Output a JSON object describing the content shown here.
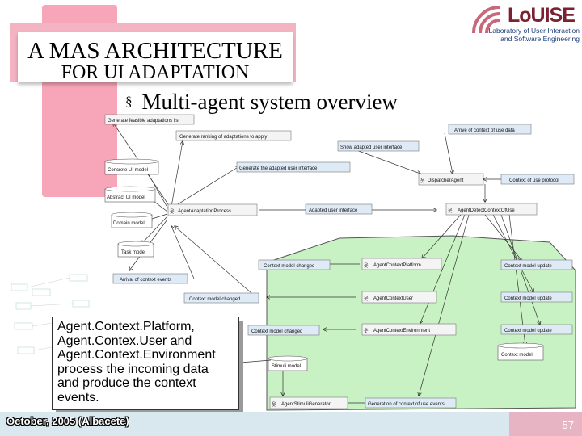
{
  "slide": {
    "title_line1": "A MAS ARCHITECTURE",
    "title_line2": "FOR UI ADAPTATION",
    "bullet": "Multi-agent system overview",
    "bullet_mark": "§",
    "footer_date": "October, 2005 (Albacete)",
    "page_number": "57"
  },
  "logo": {
    "name": "LoUISE",
    "subtitle_line1": "Laboratory of User Interaction",
    "subtitle_line2": "and Software Engineering"
  },
  "callout": {
    "lines": [
      "Agent.Context.Platform,",
      "Agent.Contex.User and",
      "Agent.Context.Environment",
      "process the incoming data",
      "and produce the context",
      "events."
    ]
  },
  "diagram": {
    "messages": {
      "generate_list": "Generate feasible adaptations list",
      "generate_ranking": "Generate ranking of adaptations to apply",
      "arrive_context_use": "Arrive of context of use data",
      "show_adapted_ui": "Show adapted user interface",
      "generate_adapted_ui": "Generate the adapted user interface",
      "context_use_protocol": "Context of use protocol",
      "adapted_ui": "Adapted user interface",
      "context_changed_1": "Context model changed",
      "context_update_1": "Context model update",
      "arrival_events": "Arrival of context events",
      "context_changed_2": "Context model changed",
      "context_update_2": "Context model update",
      "context_changed_3": "Context model changed",
      "context_update_3": "Context model update",
      "generation_events": "Generation of context of use events"
    },
    "models": {
      "concrete_ui": "Concrete UI model",
      "abstract_ui": "Abstract UI model",
      "domain": "Domain model",
      "task": "Task model",
      "context": "Context model",
      "stimuli": "Stimuli model"
    },
    "agents": {
      "dispatcher": "DispatcherAgent",
      "adaptation_process": "AgentAdaptationProcess",
      "detect_context": "AgentDetectContextOfUse",
      "context_platform": "AgentContextPlatform",
      "context_user": "AgentContextUser",
      "context_environment": "AgentContextEnvironment",
      "stimuli_generator": "AgentStimuliGenerator"
    }
  }
}
